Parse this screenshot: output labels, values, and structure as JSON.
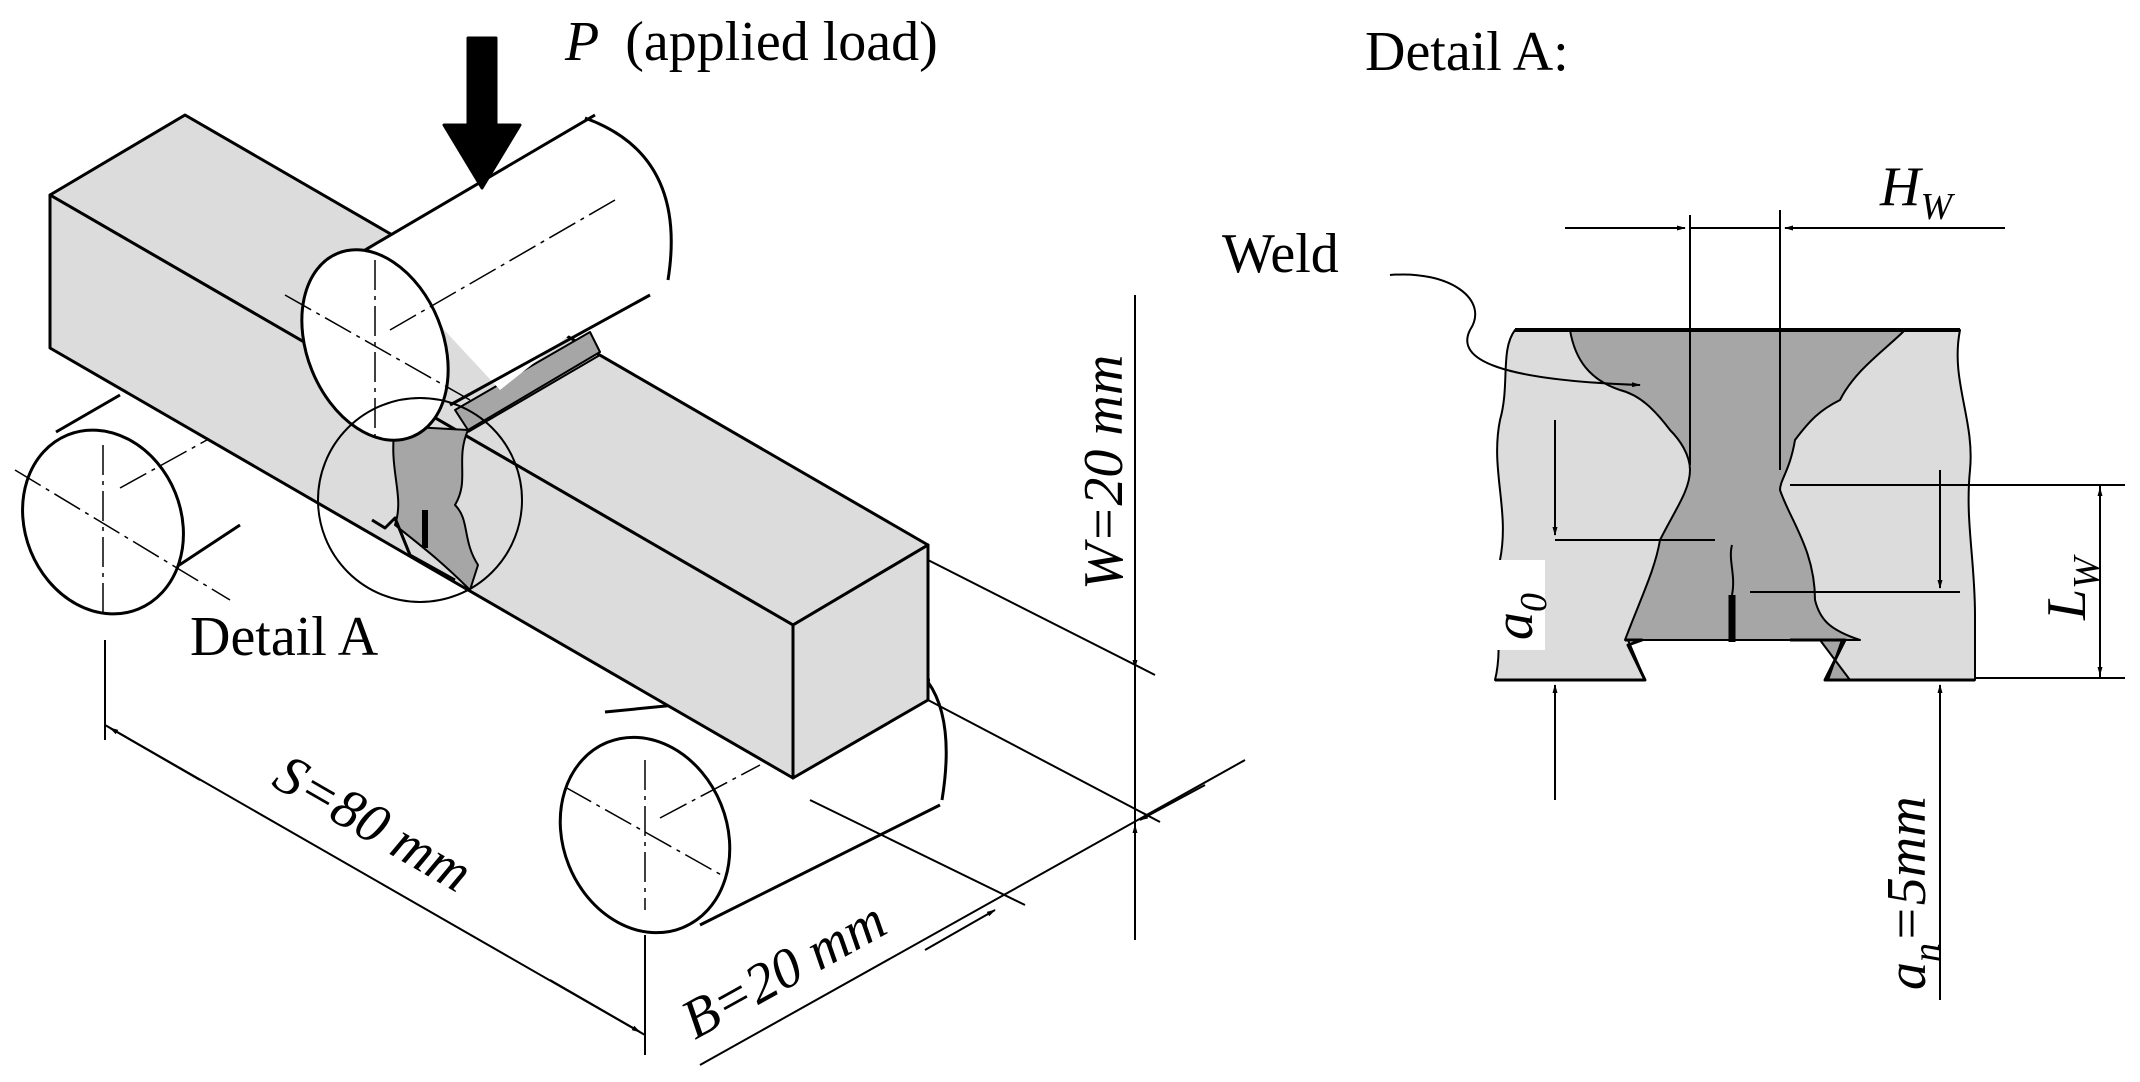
{
  "labels": {
    "load": "(applied load)",
    "load_symbol": "P",
    "detail_callout": "Detail A",
    "detail_title": "Detail A:",
    "weld": "Weld",
    "width": "W=20 mm",
    "thickness": "B=20 mm",
    "span": "S=80 mm",
    "weld_height_base": "H",
    "weld_height_sub": "W",
    "weld_length_base": "L",
    "weld_length_sub": "W",
    "initial_crack_base": "a",
    "initial_crack_sub": "0",
    "notch_base": "a",
    "notch_sub": "n",
    "notch_value": "=5mm"
  },
  "colors": {
    "specimen": "#d9d9d9",
    "weld": "#a6a6a6",
    "outline": "#000000"
  }
}
